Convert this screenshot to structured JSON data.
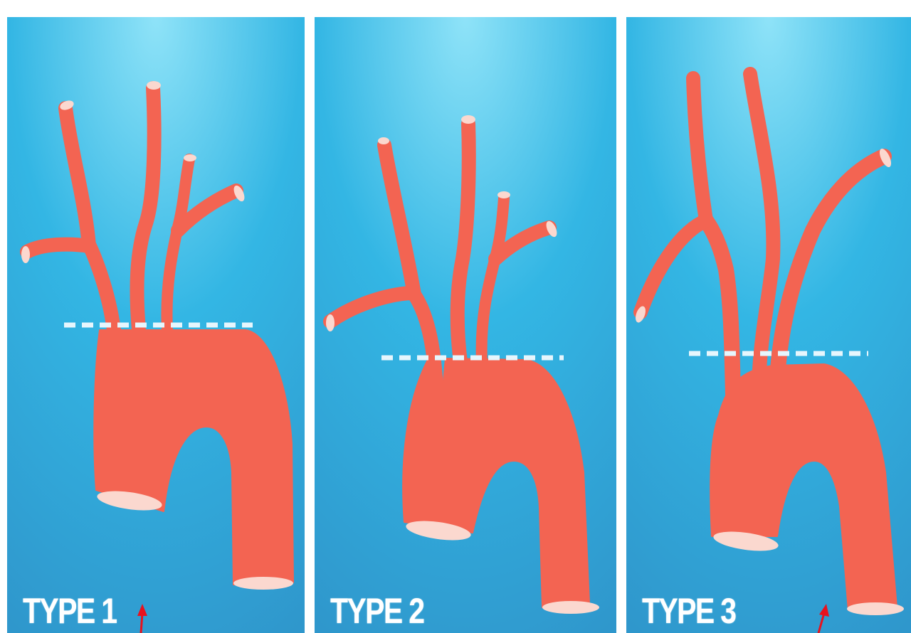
{
  "colors": {
    "background_top": "#8fe3f8",
    "background_mid": "#33b6e4",
    "background_bottom": "#2f97cc",
    "vessel": "#f36452",
    "vessel_cap": "#fbd8cf",
    "dashed_line": "#e6f6fd",
    "arrow": "#e8121e",
    "divider": "#ffffff"
  },
  "panels": [
    {
      "label": "TYPE 1",
      "arch_type": "type-1"
    },
    {
      "label": "TYPE 2",
      "arch_type": "type-2"
    },
    {
      "label": "TYPE 3",
      "arch_type": "type-3"
    }
  ],
  "annotations": [
    {
      "icon": "red-arrow-up-icon",
      "panel": "TYPE 1"
    },
    {
      "icon": "red-arrow-up-icon",
      "panel": "TYPE 3"
    }
  ]
}
